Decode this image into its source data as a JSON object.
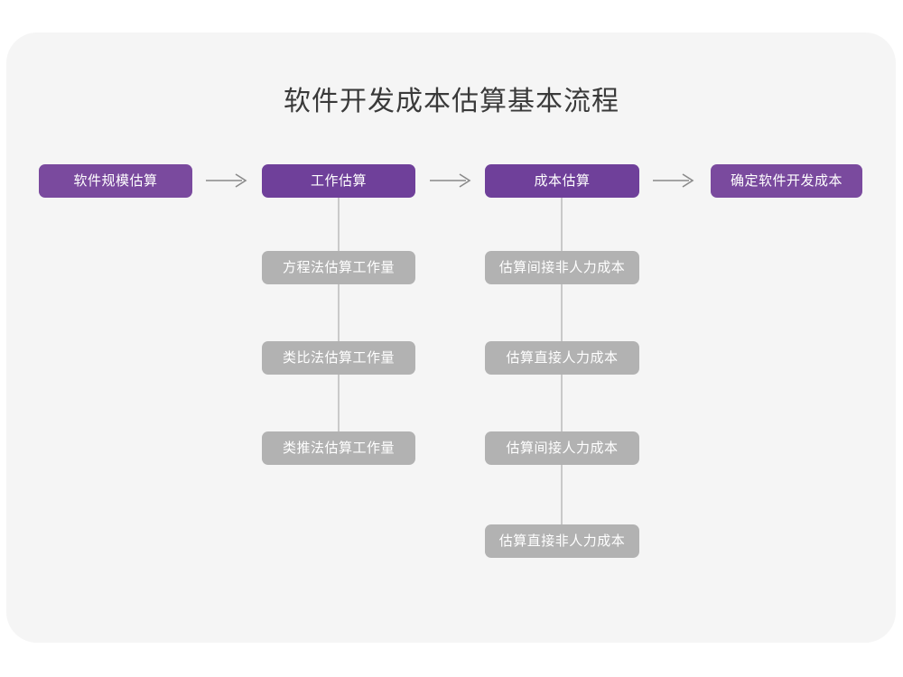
{
  "page": {
    "title": "软件开发成本估算基本流程",
    "background_color": "#ffffff",
    "card_color": "#f5f5f5",
    "accent_color": "#7a4a9e",
    "sub_node_color": "#b2b2b2",
    "connector_color": "#c9c9c9",
    "title_color": "#3a3a3a"
  },
  "flow": {
    "stages": [
      {
        "label": "软件规模估算"
      },
      {
        "label": "工作估算"
      },
      {
        "label": "成本估算"
      },
      {
        "label": "确定软件开发成本"
      }
    ],
    "arrows": [
      {
        "name": "arrow-1"
      },
      {
        "name": "arrow-2"
      },
      {
        "name": "arrow-3"
      }
    ],
    "branches": [
      {
        "parent": "工作估算",
        "items": [
          {
            "label": "方程法估算工作量"
          },
          {
            "label": "类比法估算工作量"
          },
          {
            "label": "类推法估算工作量"
          }
        ]
      },
      {
        "parent": "成本估算",
        "items": [
          {
            "label": "估算间接非人力成本"
          },
          {
            "label": "估算直接人力成本"
          },
          {
            "label": "估算间接人力成本"
          },
          {
            "label": "估算直接非人力成本"
          }
        ]
      }
    ]
  }
}
